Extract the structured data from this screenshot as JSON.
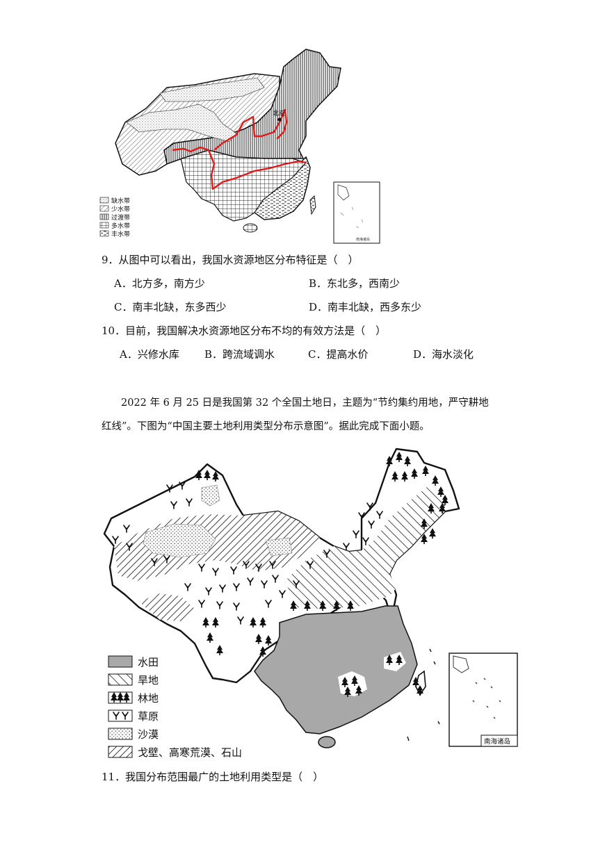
{
  "map1": {
    "capital_label": "北京",
    "legend": [
      "缺水带",
      "少水带",
      "过渡带",
      "多水带",
      "丰水带"
    ],
    "inset_label": "南海诸岛"
  },
  "q9": {
    "stem": "9．从图中可以看出，我国水资源地区分布特征是（　）",
    "options": {
      "A": "A．北方多，南方少",
      "B": "B．东北多，西南少",
      "C": "C．南丰北缺，东多西少",
      "D": "D．南丰北缺，西多东少"
    }
  },
  "q10": {
    "stem": "10．目前，我国解决水资源地区分布不均的有效方法是（　）",
    "options": {
      "A": "A．兴修水库",
      "B": "B．跨流域调水",
      "C": "C．提高水价",
      "D": "D．海水淡化"
    }
  },
  "passage": {
    "line1": "2022 年 6 月 25 日是我国第 32 个全国土地日，主题为“节约集约用地，严守耕地",
    "line2": "红线”。下图为“中国主要土地利用类型分布示意图”。据此完成下面小题。"
  },
  "map2": {
    "legend": [
      "水田",
      "旱地",
      "林地",
      "草原",
      "沙漠",
      "戈壁、高寒荒漠、石山"
    ],
    "inset_label": "南海诸岛"
  },
  "q11": {
    "stem": "11．我国分布范围最广的土地利用类型是（　）"
  }
}
